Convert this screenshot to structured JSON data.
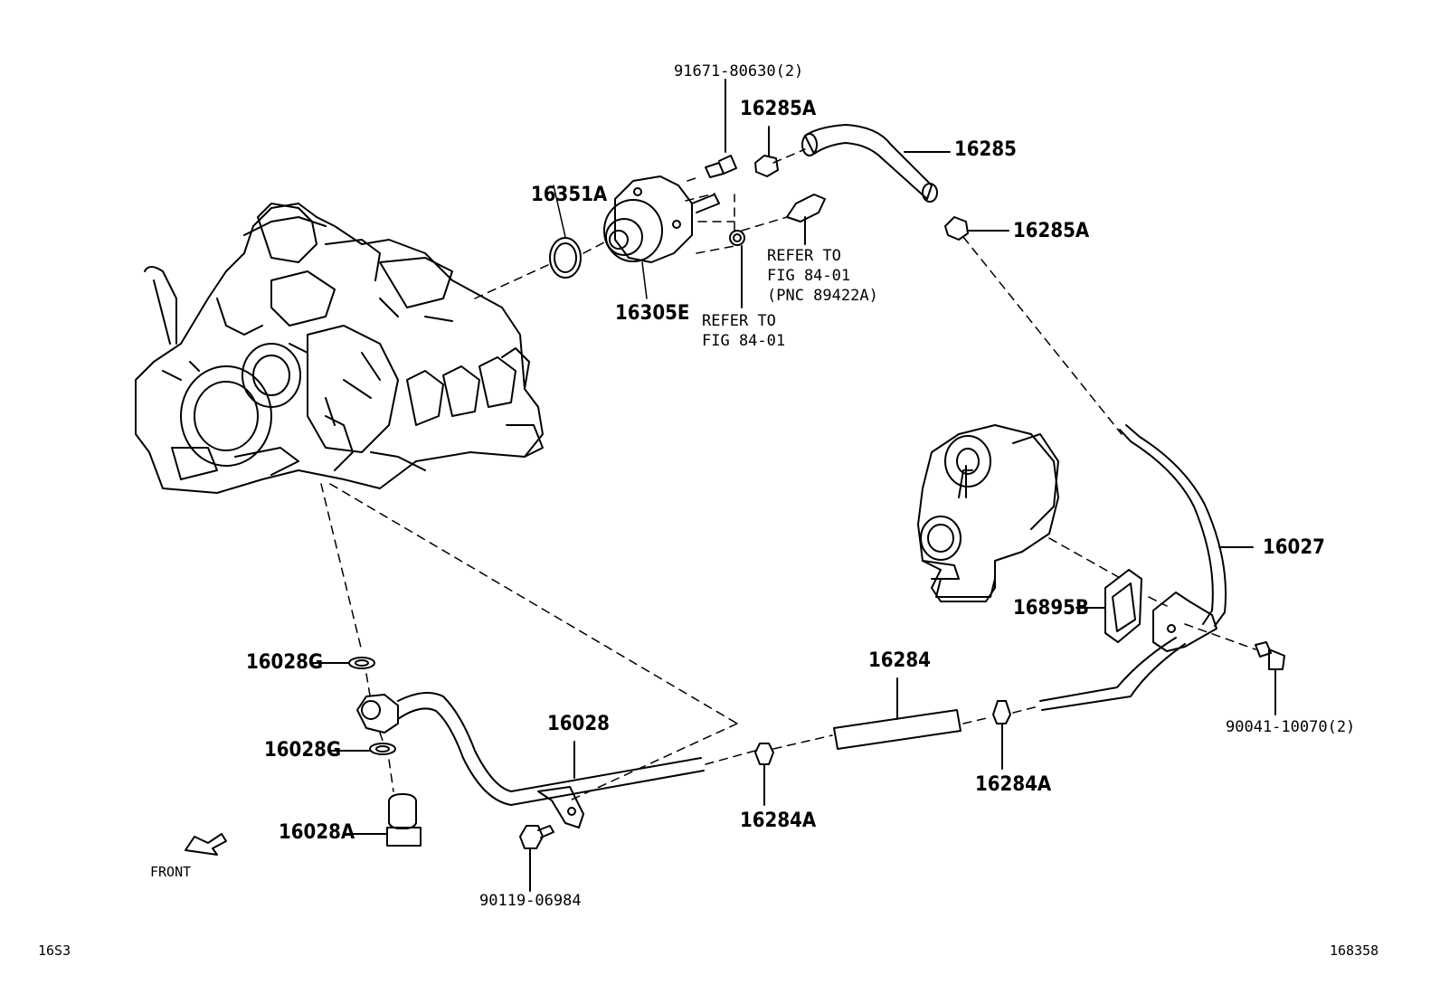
{
  "callouts": {
    "p91671": "91671-80630(2)",
    "p16285A_top": "16285A",
    "p16285": "16285",
    "p16285A_right": "16285A",
    "p16351A": "16351A",
    "p16305E": "16305E",
    "refer1_l1": "REFER TO",
    "refer1_l2": "FIG 84-01",
    "refer1_l3": "(PNC 89422A)",
    "refer2_l1": "REFER TO",
    "refer2_l2": "FIG 84-01",
    "p16027": "16027",
    "p16895B": "16895B",
    "p16284": "16284",
    "p90041": "90041-10070(2)",
    "p16284A_right": "16284A",
    "p16284A_mid": "16284A",
    "p16028": "16028",
    "p16028G_top": "16028G",
    "p16028G_bot": "16028G",
    "p16028A": "16028A",
    "p90119": "90119-06984",
    "front": "FRONT",
    "code_left": "16S3",
    "code_right": "168358"
  }
}
